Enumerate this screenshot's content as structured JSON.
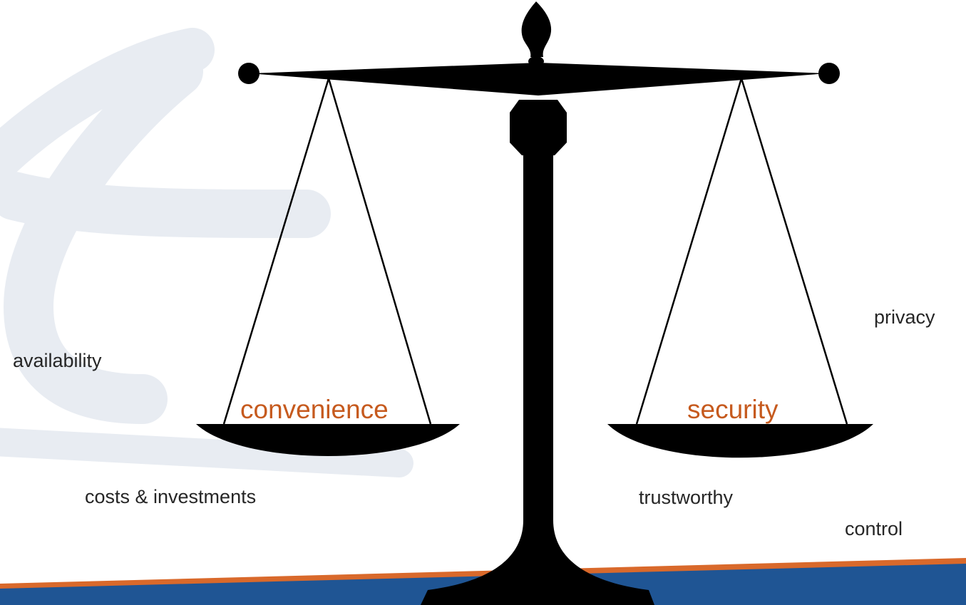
{
  "labels": {
    "convenience": "convenience",
    "security": "security",
    "availability": "availability",
    "costs": "costs & investments",
    "trustworthy": "trustworthy",
    "control": "control",
    "privacy": "privacy"
  },
  "colors": {
    "accent": "#C65A1E",
    "text": "#262626",
    "scale": "#000000",
    "footer_blue": "#1F5594",
    "footer_stripe": "#D9692B",
    "watermark": "#E8ECF2"
  },
  "icons": {
    "balance": "balance-scale-icon",
    "watermark": "logo-watermark"
  }
}
